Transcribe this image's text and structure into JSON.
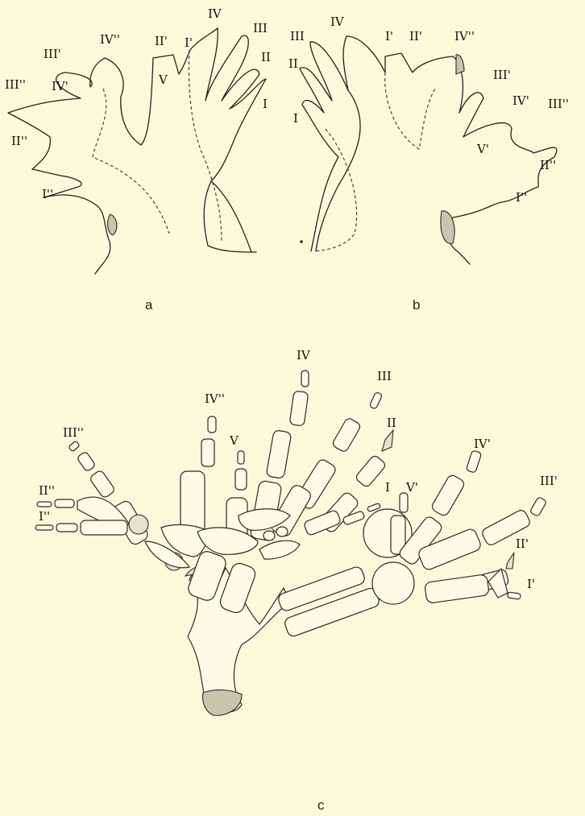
{
  "panels": {
    "a": "a",
    "b": "b",
    "c": "c"
  },
  "labels_a": [
    "IV",
    "III",
    "II",
    "I",
    "I'",
    "II'",
    "IV''",
    "III'",
    "III''",
    "IV'",
    "V",
    "II''",
    "I''"
  ],
  "labels_b": [
    "IV",
    "III",
    "II",
    "I",
    "I'",
    "II'",
    "IV''",
    "III'",
    "IV'",
    "III''",
    "V'",
    "II''",
    "I''"
  ],
  "labels_c": [
    "IV",
    "III",
    "II",
    "I",
    "IV''",
    "V",
    "III''",
    "II''",
    "I''",
    "IV'",
    "V'",
    "III'",
    "II'",
    "I'"
  ]
}
